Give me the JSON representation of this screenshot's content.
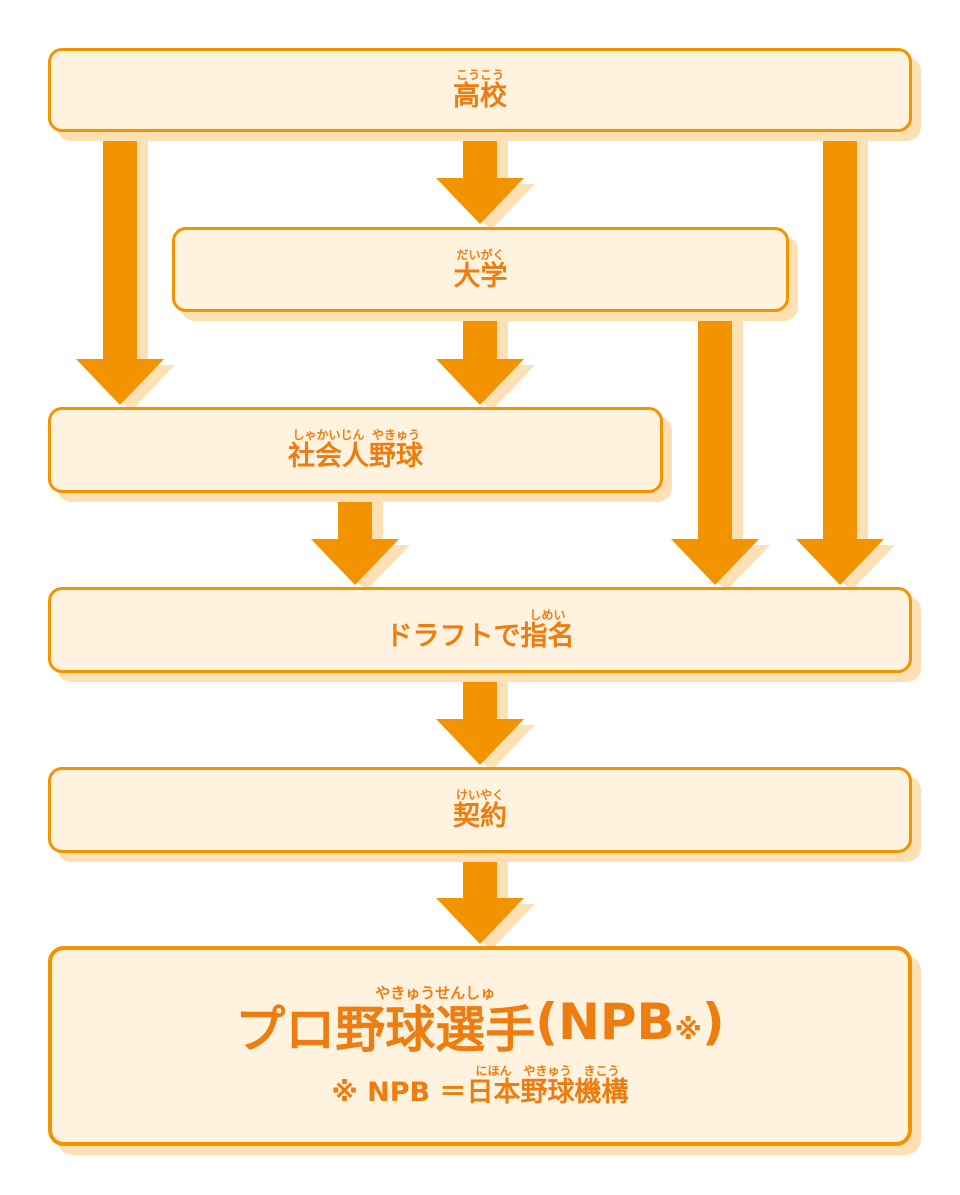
{
  "boxes": {
    "high_school": {
      "segments": [
        {
          "base": "高校",
          "ruby": "こうこう"
        }
      ]
    },
    "university": {
      "segments": [
        {
          "base": "大学",
          "ruby": "だいがく"
        }
      ]
    },
    "corporate": {
      "segments": [
        {
          "base": "社会人",
          "ruby": "しゃかいじん"
        },
        {
          "base": "野球",
          "ruby": "やきゅう"
        }
      ]
    },
    "draft": {
      "plain": "ドラフトで",
      "segments": [
        {
          "base": "指名",
          "ruby": "しめい"
        }
      ]
    },
    "contract": {
      "segments": [
        {
          "base": "契約",
          "ruby": "けいやく"
        }
      ]
    },
    "pro": {
      "segments": [
        {
          "base": "プロ",
          "ruby": ""
        },
        {
          "base": "野球選手",
          "ruby": "やきゅうせんしゅ"
        }
      ],
      "suffix": "(NPB",
      "suffix_mark": "※",
      "suffix_close": ")",
      "note_prefix": "※ NPB ＝",
      "note_segments": [
        {
          "base": "日本",
          "ruby": "にほん"
        },
        {
          "base": "野球",
          "ruby": "やきゅう"
        },
        {
          "base": "機構",
          "ruby": "きこう"
        }
      ]
    }
  },
  "colors": {
    "accent": "#f39300",
    "fill": "#fff3e0",
    "shadow": "#fde0b3",
    "text": "#ee7d0f"
  }
}
